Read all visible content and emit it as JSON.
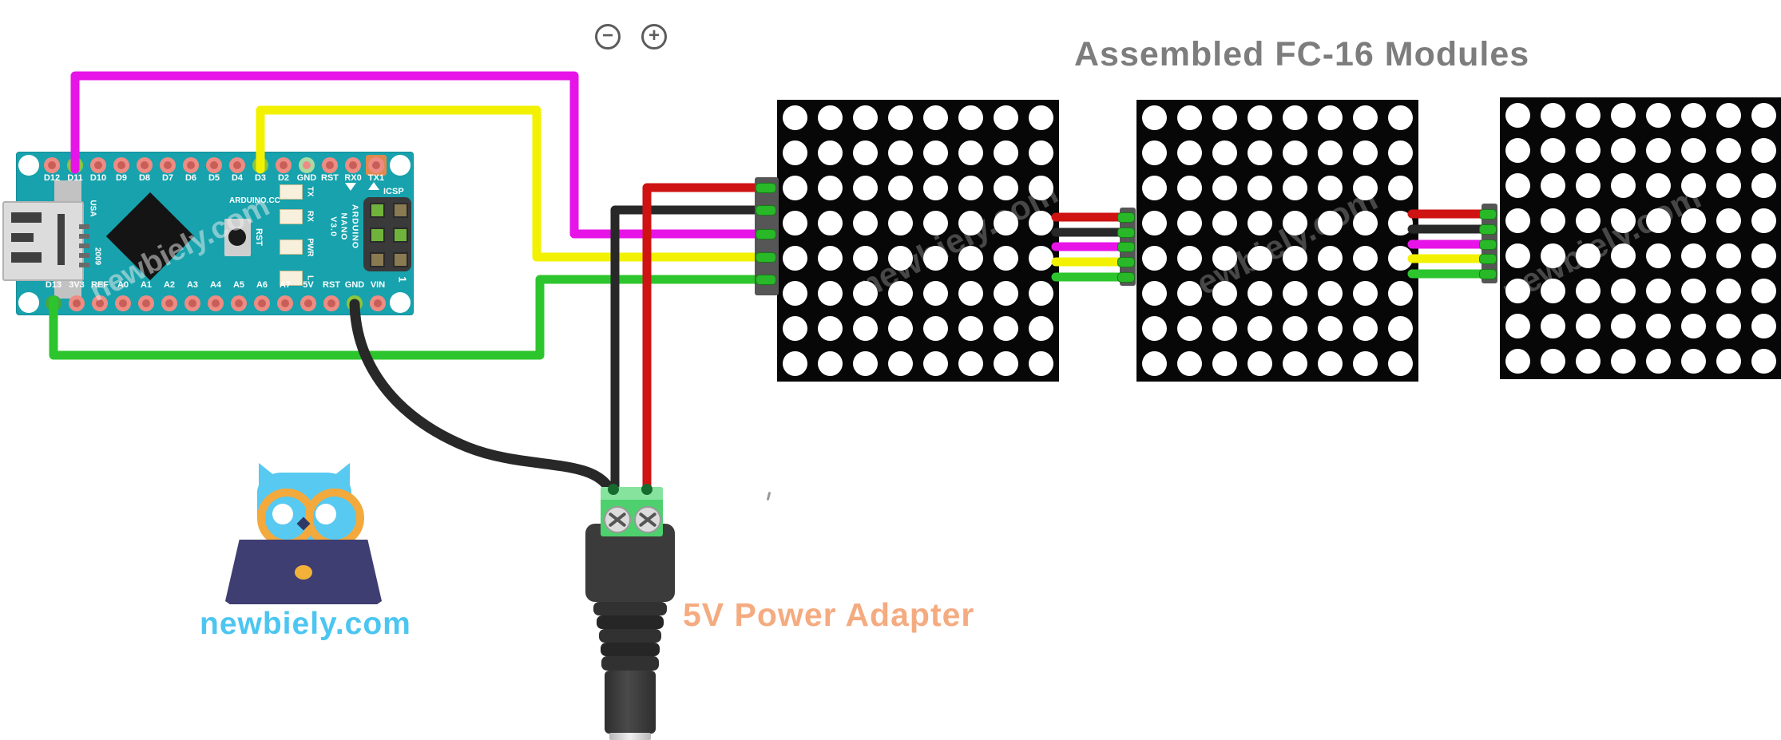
{
  "title": "Assembled FC-16 Modules",
  "power_adapter": {
    "label": "5V Power Adapter",
    "minus_symbol": "−",
    "plus_symbol": "+"
  },
  "logo": {
    "text": "newbiely.com"
  },
  "watermark_text": "newbiely.com",
  "arduino": {
    "board_texts": {
      "usa": "USA",
      "year": "2009",
      "site": "ARDUINO.CC",
      "reset_button": "RST",
      "icsp": "ICSP",
      "pin_one": "1",
      "brand": [
        "ARDUINO",
        "NANO",
        "V3.0"
      ]
    },
    "led_labels": [
      "TX",
      "RX",
      "PWR",
      "L"
    ],
    "top_pins": [
      {
        "label": "D12",
        "variant": "default"
      },
      {
        "label": "D11",
        "variant": "d11"
      },
      {
        "label": "D10",
        "variant": "default"
      },
      {
        "label": "D9",
        "variant": "default"
      },
      {
        "label": "D8",
        "variant": "default"
      },
      {
        "label": "D7",
        "variant": "default"
      },
      {
        "label": "D6",
        "variant": "default"
      },
      {
        "label": "D5",
        "variant": "default"
      },
      {
        "label": "D4",
        "variant": "default"
      },
      {
        "label": "D3",
        "variant": "d3"
      },
      {
        "label": "D2",
        "variant": "default"
      },
      {
        "label": "GND",
        "variant": "gnd-top"
      },
      {
        "label": "RST",
        "variant": "default"
      },
      {
        "label": "RX0",
        "variant": "default"
      },
      {
        "label": "TX1",
        "variant": "tx1"
      }
    ],
    "bottom_pins": [
      {
        "label": "D13",
        "variant": "d13"
      },
      {
        "label": "3V3",
        "variant": "default"
      },
      {
        "label": "REF",
        "variant": "default"
      },
      {
        "label": "A0",
        "variant": "default"
      },
      {
        "label": "A1",
        "variant": "default"
      },
      {
        "label": "A2",
        "variant": "default"
      },
      {
        "label": "A3",
        "variant": "default"
      },
      {
        "label": "A4",
        "variant": "default"
      },
      {
        "label": "A5",
        "variant": "default"
      },
      {
        "label": "A6",
        "variant": "default"
      },
      {
        "label": "A7",
        "variant": "default"
      },
      {
        "label": "5V",
        "variant": "default"
      },
      {
        "label": "RST",
        "variant": "default"
      },
      {
        "label": "GND",
        "variant": "gnd-bottom"
      },
      {
        "label": "VIN",
        "variant": "default"
      }
    ]
  },
  "led_modules": {
    "count": 3,
    "rows": 8,
    "cols": 8
  },
  "wires": [
    {
      "name": "red-wire",
      "color": "#cf1212"
    },
    {
      "name": "black-wire",
      "color": "#282828"
    },
    {
      "name": "magenta-wire",
      "color": "#e714e7"
    },
    {
      "name": "yellow-wire",
      "color": "#f2f200"
    },
    {
      "name": "green-wire",
      "color": "#2dc52d"
    }
  ],
  "colors": {
    "board_teal": "#17a2ad",
    "title_gray": "#7d7d7d",
    "power_label_orange": "#f5ab80",
    "logo_blue": "#4cc6f1",
    "matrix_black": "#070707",
    "dot_white": "#ffffff",
    "terminal_green": "#4fd06f"
  }
}
